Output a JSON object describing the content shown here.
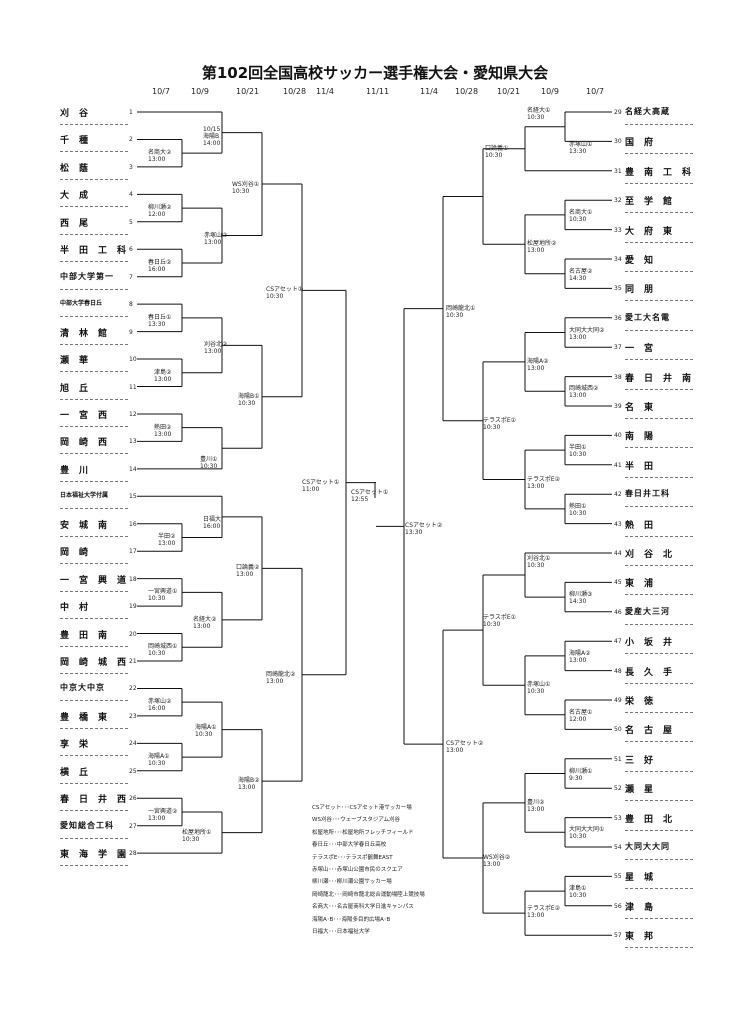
{
  "title": "第102回全国高校サッカー選手権大会・愛知県大会",
  "dates_left": [
    "10/7",
    "10/9",
    "10/21",
    "10/28",
    "11/4"
  ],
  "date_center": "11/11",
  "dates_right": [
    "11/4",
    "10/28",
    "10/21",
    "10/9",
    "10/7"
  ],
  "left_teams": [
    {
      "num": "1",
      "name": "刈谷"
    },
    {
      "num": "2",
      "name": "千種"
    },
    {
      "num": "3",
      "name": "松蔭"
    },
    {
      "num": "4",
      "name": "大成"
    },
    {
      "num": "5",
      "name": "西尾"
    },
    {
      "num": "6",
      "name": "半田工科"
    },
    {
      "num": "7",
      "name": "中部大学第一"
    },
    {
      "num": "8",
      "name": "中部大学春日丘"
    },
    {
      "num": "9",
      "name": "清林館"
    },
    {
      "num": "10",
      "name": "瀬華"
    },
    {
      "num": "11",
      "name": "旭丘"
    },
    {
      "num": "12",
      "name": "一宮西"
    },
    {
      "num": "13",
      "name": "岡崎西"
    },
    {
      "num": "14",
      "name": "豊川"
    },
    {
      "num": "15",
      "name": "日本福祉大学付属"
    },
    {
      "num": "16",
      "name": "安城南"
    },
    {
      "num": "17",
      "name": "岡崎"
    },
    {
      "num": "18",
      "name": "一宮興道"
    },
    {
      "num": "19",
      "name": "中村"
    },
    {
      "num": "20",
      "name": "豊田南"
    },
    {
      "num": "21",
      "name": "岡崎城西"
    },
    {
      "num": "22",
      "name": "中京大中京"
    },
    {
      "num": "23",
      "name": "豊橋東"
    },
    {
      "num": "24",
      "name": "享栄"
    },
    {
      "num": "25",
      "name": "横丘"
    },
    {
      "num": "26",
      "name": "春日井西"
    },
    {
      "num": "27",
      "name": "愛知総合工科"
    },
    {
      "num": "28",
      "name": "東海学園"
    }
  ],
  "right_teams": [
    {
      "num": "29",
      "name": "名経大高蔵"
    },
    {
      "num": "30",
      "name": "国府"
    },
    {
      "num": "31",
      "name": "豊南工科"
    },
    {
      "num": "32",
      "name": "至学館"
    },
    {
      "num": "33",
      "name": "大府東"
    },
    {
      "num": "34",
      "name": "愛知"
    },
    {
      "num": "35",
      "name": "同朋"
    },
    {
      "num": "36",
      "name": "愛工大名電"
    },
    {
      "num": "37",
      "name": "一宮"
    },
    {
      "num": "38",
      "name": "春日井南"
    },
    {
      "num": "39",
      "name": "名東"
    },
    {
      "num": "40",
      "name": "南陽"
    },
    {
      "num": "41",
      "name": "半田"
    },
    {
      "num": "42",
      "name": "春日井工科"
    },
    {
      "num": "43",
      "name": "熱田"
    },
    {
      "num": "44",
      "name": "刈谷北"
    },
    {
      "num": "45",
      "name": "東浦"
    },
    {
      "num": "46",
      "name": "愛産大三河"
    },
    {
      "num": "47",
      "name": "小坂井"
    },
    {
      "num": "48",
      "name": "長久手"
    },
    {
      "num": "49",
      "name": "栄徳"
    },
    {
      "num": "50",
      "name": "名古屋"
    },
    {
      "num": "51",
      "name": "三好"
    },
    {
      "num": "52",
      "name": "瀬星"
    },
    {
      "num": "53",
      "name": "豊田北"
    },
    {
      "num": "54",
      "name": "大同大大同"
    },
    {
      "num": "55",
      "name": "星城"
    },
    {
      "num": "56",
      "name": "津島"
    },
    {
      "num": "57",
      "name": "東邦"
    }
  ],
  "matches_left": [
    {
      "venue": "10/15",
      "time": "海陽B"
    },
    {
      "venue": "14:00",
      "time": ""
    },
    {
      "venue": "名商大②",
      "time": "13:00"
    },
    {
      "venue": "柳川瀬②",
      "time": "12:00"
    },
    {
      "venue": "春日丘②",
      "time": "16:00"
    },
    {
      "venue": "春日丘①",
      "time": "13:30"
    },
    {
      "venue": "津島②",
      "time": "13:00"
    },
    {
      "venue": "熱田②",
      "time": "13:00"
    },
    {
      "venue": "豊川①",
      "time": "10:30"
    },
    {
      "venue": "日福大",
      "time": "16:00"
    },
    {
      "venue": "半田②",
      "time": "13:00"
    },
    {
      "venue": "一宮興道①",
      "time": "10:30"
    },
    {
      "venue": "岡崎城西①",
      "time": "10:30"
    },
    {
      "venue": "赤塚山②",
      "time": "16:00"
    },
    {
      "venue": "海陽A①",
      "time": "10:30"
    },
    {
      "venue": "一宮興道②",
      "time": "13:00"
    },
    {
      "venue": "WS刈谷①",
      "time": "10:30"
    },
    {
      "venue": "赤塚山②",
      "time": "13:00"
    },
    {
      "venue": "刈谷北②",
      "time": "13:00"
    },
    {
      "venue": "口論義②",
      "time": "13:00"
    },
    {
      "venue": "名経大②",
      "time": "13:00"
    },
    {
      "venue": "海陽A①",
      "time": "10:30"
    },
    {
      "venue": "松屋地所①",
      "time": "10:30"
    },
    {
      "venue": "CSアセット①",
      "time": "10:30"
    },
    {
      "venue": "海陽B①",
      "time": "10:30"
    },
    {
      "venue": "岡崎龍北②",
      "time": "13:00"
    },
    {
      "venue": "海陽B②",
      "time": "13:00"
    }
  ],
  "matches_right": [
    {
      "venue": "名経大①",
      "time": "10:30"
    },
    {
      "venue": "赤塚山①",
      "time": "13:30"
    },
    {
      "venue": "名商大①",
      "time": "10:30"
    },
    {
      "venue": "名古屋②",
      "time": "14:30"
    },
    {
      "venue": "大同大大同②",
      "time": "13:00"
    },
    {
      "venue": "岡崎城西②",
      "time": "13:00"
    },
    {
      "venue": "半田①",
      "time": "10:30"
    },
    {
      "venue": "熱田①",
      "time": "10:30"
    },
    {
      "venue": "柳川瀬③",
      "time": "14:30"
    },
    {
      "venue": "海陽A②",
      "time": "13:00"
    },
    {
      "venue": "名古屋①",
      "time": "12:00"
    },
    {
      "venue": "柳川瀬①",
      "time": "9:30"
    },
    {
      "venue": "大同大大同①",
      "time": "10:30"
    },
    {
      "venue": "津島①",
      "time": "10:30"
    },
    {
      "venue": "口論義①",
      "time": "10:30"
    },
    {
      "venue": "松屋地所②",
      "time": "13:00"
    },
    {
      "venue": "海陽A②",
      "time": "13:00"
    },
    {
      "venue": "テラスポE②",
      "time": "13:00"
    },
    {
      "venue": "刈谷北①",
      "time": "10:30"
    },
    {
      "venue": "赤塚山①",
      "time": "10:30"
    },
    {
      "venue": "豊川②",
      "time": "13:00"
    },
    {
      "venue": "テラスポE①",
      "time": "10:30"
    },
    {
      "venue": "岡崎龍北①",
      "time": "10:30"
    },
    {
      "venue": "テラスポE①",
      "time": "10:30"
    },
    {
      "venue": "テラスポE②",
      "time": "13:00"
    },
    {
      "venue": "WS刈谷②",
      "time": "13:00"
    },
    {
      "venue": "CSアセット②",
      "time": "13:00"
    }
  ],
  "final": {
    "left_semi": "CSアセット①",
    "left_semi_time": "11:00",
    "final_venue": "CSアセット①",
    "final_time": "12:55",
    "right_semi": "CSアセット②",
    "right_semi_time": "13:30"
  },
  "legend": [
    "CSアセット･･･CSアセット港サッカー場",
    "WS刈谷･･･ウェーブスタジアム刈谷",
    "松屋地所･･･松屋地所フレッチフィールド",
    "春日丘･･･中部大学春日丘高校",
    "テラスポE･･･テラスポ鶴舞EAST",
    "赤塚山･･･赤塚山公園市民のスクエア",
    "柳川瀬･･･柳川瀬公園サッカー場",
    "岡崎龍北･･･岡崎市龍北総合運動場陸上競技場",
    "名商大･･･名古屋商科大学日進キャンパス",
    "海陽A･B･･･海陽多目的広場A･B",
    "日福大･･･日本福祉大学"
  ]
}
